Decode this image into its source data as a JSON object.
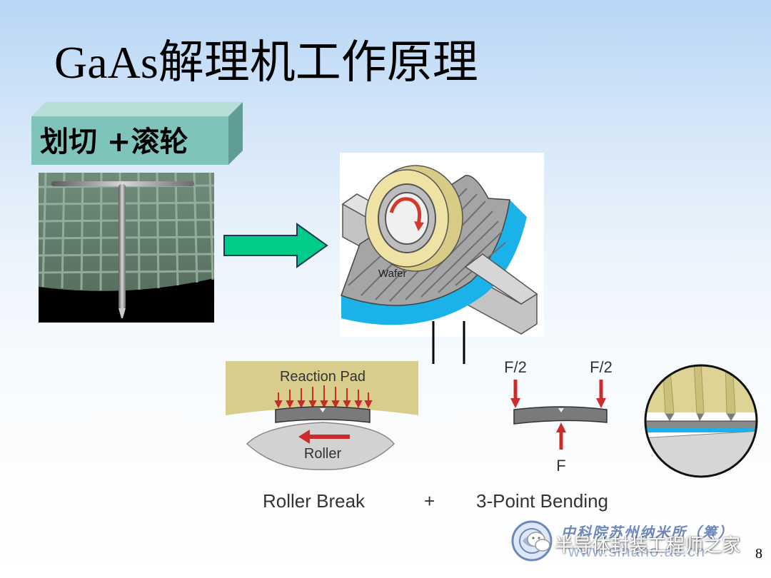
{
  "slide": {
    "title": "GaAs解理机工作原理",
    "section_label": "划切 +滚轮",
    "page_number": "8"
  },
  "figure": {
    "wafer_label": "Wafer",
    "reaction_pad_label": "Reaction Pad",
    "roller_label": "Roller",
    "force_half_left": "F/2",
    "force_half_right": "F/2",
    "force_center": "F",
    "caption_roller_break": "Roller Break",
    "caption_plus": "+",
    "caption_three_point": "3-Point Bending"
  },
  "footer": {
    "logo_text": "中科院苏州纳米所（筹）",
    "logo_url": "www.sinano.ac.cn",
    "watermark": "半导体封装工程师之家"
  },
  "colors": {
    "section_label_bg": "#7fc4bb",
    "flow_arrow": "#00cc88",
    "wafer_edge": "#1ab2e8",
    "roller": "#eee3a4",
    "reaction_pad": "#d9cd8e",
    "force_arrow": "#cc2b2b"
  }
}
